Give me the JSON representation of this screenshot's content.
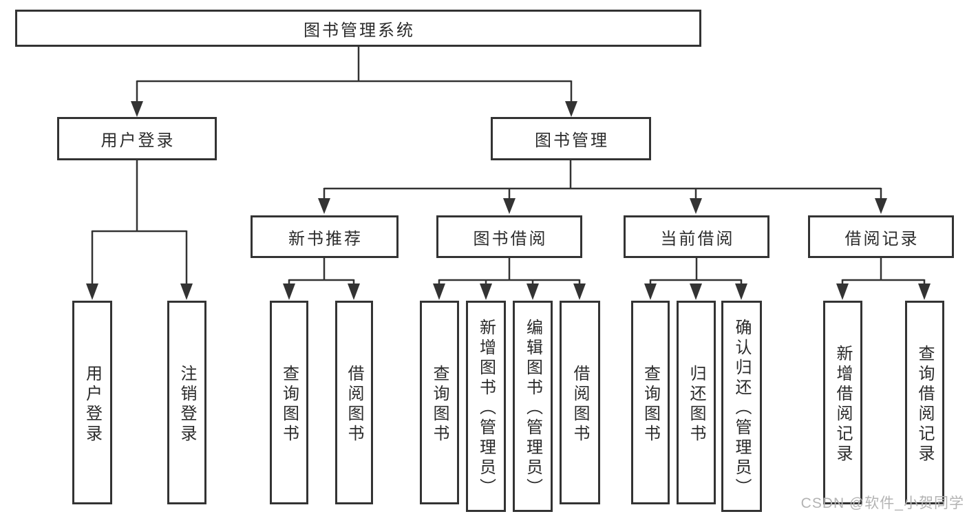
{
  "diagram": {
    "root": {
      "label": "图书管理系统"
    },
    "level2": [
      {
        "label": "用户登录"
      },
      {
        "label": "图书管理"
      }
    ],
    "level3": [
      {
        "label": "新书推荐"
      },
      {
        "label": "图书借阅"
      },
      {
        "label": "当前借阅"
      },
      {
        "label": "借阅记录"
      }
    ],
    "leaves": [
      {
        "label": "用户登录"
      },
      {
        "label": "注销登录"
      },
      {
        "label": "查询图书"
      },
      {
        "label": "借阅图书"
      },
      {
        "label": "查询图书"
      },
      {
        "label": "新增图书（管理员）"
      },
      {
        "label": "编辑图书（管理员）"
      },
      {
        "label": "借阅图书"
      },
      {
        "label": "查询图书"
      },
      {
        "label": "归还图书"
      },
      {
        "label": "确认归还（管理员）"
      },
      {
        "label": "新增借阅记录"
      },
      {
        "label": "查询借阅记录"
      }
    ]
  },
  "watermark": {
    "text": "CSDN @软件_小贺同学"
  },
  "colors": {
    "line": "#333333",
    "text": "#2b2b2b",
    "background": "#ffffff",
    "watermark": "#b3b3b3"
  }
}
